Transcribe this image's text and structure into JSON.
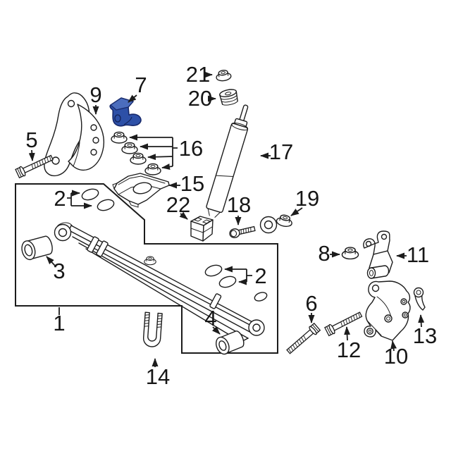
{
  "product_image": {
    "description_text": "",
    "background_color": "#ffffff",
    "line_color": "#1c1c1c",
    "highlight_color": "#2d50a7",
    "highlighted_callout": "7",
    "callouts": [
      {
        "id": "part-1",
        "text": "1"
      },
      {
        "id": "part-2-front",
        "text": "2"
      },
      {
        "id": "part-2-rear",
        "text": "2"
      },
      {
        "id": "part-3",
        "text": "3"
      },
      {
        "id": "part-4",
        "text": "4"
      },
      {
        "id": "part-5",
        "text": "5"
      },
      {
        "id": "part-6",
        "text": "6"
      },
      {
        "id": "part-7",
        "text": "7"
      },
      {
        "id": "part-8",
        "text": "8"
      },
      {
        "id": "part-9",
        "text": "9"
      },
      {
        "id": "part-10",
        "text": "10"
      },
      {
        "id": "part-11",
        "text": "11"
      },
      {
        "id": "part-12",
        "text": "12"
      },
      {
        "id": "part-13",
        "text": "13"
      },
      {
        "id": "part-14",
        "text": "14"
      },
      {
        "id": "part-15",
        "text": "15"
      },
      {
        "id": "part-16",
        "text": "16"
      },
      {
        "id": "part-17",
        "text": "17"
      },
      {
        "id": "part-18",
        "text": "18"
      },
      {
        "id": "part-19",
        "text": "19"
      },
      {
        "id": "part-20",
        "text": "20"
      },
      {
        "id": "part-21",
        "text": "21"
      },
      {
        "id": "part-22",
        "text": "22"
      }
    ]
  }
}
